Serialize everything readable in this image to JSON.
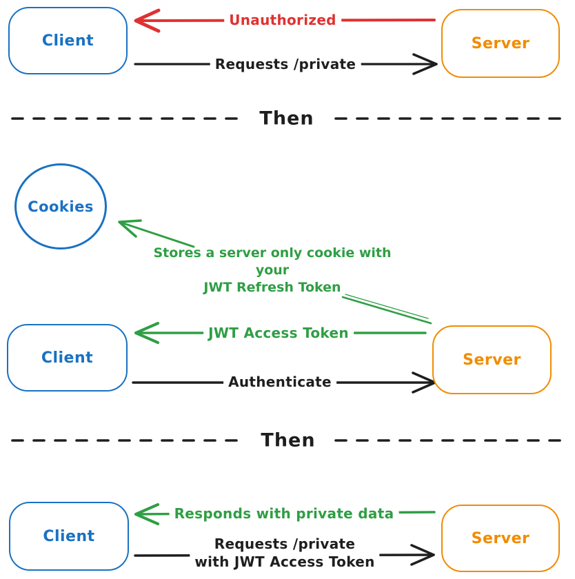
{
  "diagram": {
    "type": "jwt-auth-flow",
    "colors": {
      "client_blue": "#1971c2",
      "server_orange": "#f08c00",
      "error_red": "#e03131",
      "success_green": "#2f9e44",
      "ink_black": "#1e1e1e"
    },
    "section_unauthorized": {
      "client_label": "Client",
      "server_label": "Server",
      "unauthorized_arrow_label": "Unauthorized",
      "request_arrow_label": "Requests /private"
    },
    "divider_1": {
      "label": "Then"
    },
    "section_authenticate": {
      "cookies_label": "Cookies",
      "store_note_line1": "Stores a server only cookie with",
      "store_note_line2": "your",
      "store_note_line3": "JWT Refresh Token",
      "access_token_arrow_label": "JWT Access Token",
      "authenticate_arrow_label": "Authenticate",
      "client_label": "Client",
      "server_label": "Server"
    },
    "divider_2": {
      "label": "Then"
    },
    "section_private_data": {
      "client_label": "Client",
      "server_label": "Server",
      "respond_arrow_label": "Responds with private data",
      "request_arrow_label_line1": "Requests /private",
      "request_arrow_label_line2": "with JWT Access Token"
    }
  }
}
